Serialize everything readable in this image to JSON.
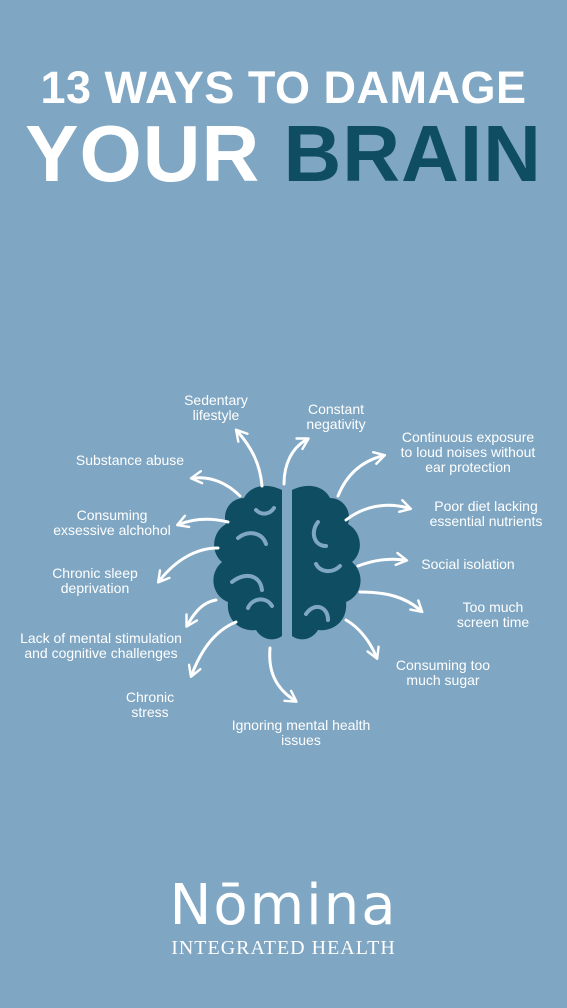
{
  "header": {
    "line1": "13 WAYS TO DAMAGE",
    "line2_a": "YOUR",
    "line2_b": "BRAIN"
  },
  "colors": {
    "background": "#7fa6c2",
    "brain": "#0f4d62",
    "text": "#ffffff"
  },
  "items": [
    {
      "line1": "Sedentary",
      "line2": "lifestyle"
    },
    {
      "line1": "Constant",
      "line2": "negativity"
    },
    {
      "line1": "Continuous exposure",
      "line2": "to loud noises without",
      "line3": "ear protection"
    },
    {
      "line1": "Substance abuse"
    },
    {
      "line1": "Poor diet lacking",
      "line2": "essential nutrients"
    },
    {
      "line1": "Consuming",
      "line2": "exsessive alchohol"
    },
    {
      "line1": "Social isolation"
    },
    {
      "line1": "Chronic sleep",
      "line2": "deprivation"
    },
    {
      "line1": "Too much",
      "line2": "screen time"
    },
    {
      "line1": "Lack of mental stimulation",
      "line2": "and cognitive challenges"
    },
    {
      "line1": "Consuming too",
      "line2": "much sugar"
    },
    {
      "line1": "Chronic",
      "line2": "stress"
    },
    {
      "line1": "Ignoring mental health",
      "line2": "issues"
    }
  ],
  "brand": {
    "name": "Nōmina",
    "tagline": "INTEGRATED HEALTH"
  }
}
